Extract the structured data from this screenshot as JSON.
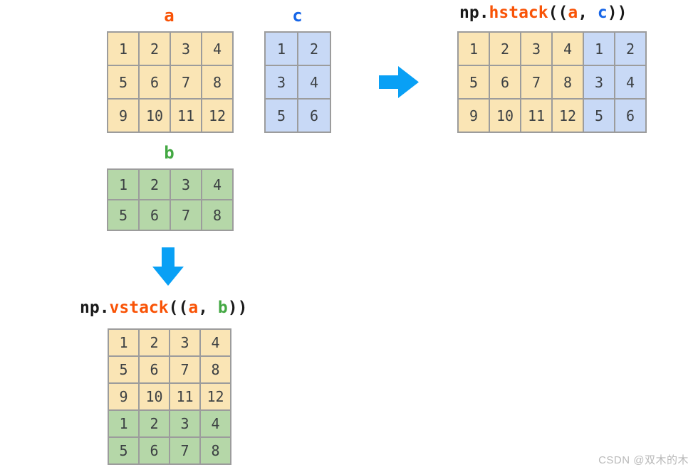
{
  "colors": {
    "tan": "#FAE5B5",
    "blue": "#C8D9F6",
    "green": "#B5D7A8",
    "border": "#9C9C9C",
    "digit": "#3C4043",
    "dark": "#1A1A1A",
    "orange": "#F95306",
    "blue_label": "#1766E8",
    "green_label": "#43A843",
    "arrow": "#09A0F5",
    "watermark": "#B9B9B9"
  },
  "labels": {
    "a": "a",
    "b": "b",
    "c": "c"
  },
  "titles": {
    "hstack": {
      "segments": [
        {
          "text": "np.",
          "color": "dark"
        },
        {
          "text": "hstack",
          "color": "orange"
        },
        {
          "text": "((",
          "color": "dark"
        },
        {
          "text": "a",
          "color": "orange"
        },
        {
          "text": ", ",
          "color": "dark"
        },
        {
          "text": "c",
          "color": "blue_label"
        },
        {
          "text": "))",
          "color": "dark"
        }
      ]
    },
    "vstack": {
      "segments": [
        {
          "text": "np.",
          "color": "dark"
        },
        {
          "text": "vstack",
          "color": "orange"
        },
        {
          "text": "((",
          "color": "dark"
        },
        {
          "text": "a",
          "color": "orange"
        },
        {
          "text": ", ",
          "color": "dark"
        },
        {
          "text": "b",
          "color": "green_label"
        },
        {
          "text": "))",
          "color": "dark"
        }
      ]
    }
  },
  "grids": {
    "a": {
      "values": [
        [
          1,
          2,
          3,
          4
        ],
        [
          5,
          6,
          7,
          8
        ],
        [
          9,
          10,
          11,
          12
        ]
      ],
      "fills": [
        [
          "tan",
          "tan",
          "tan",
          "tan"
        ],
        [
          "tan",
          "tan",
          "tan",
          "tan"
        ],
        [
          "tan",
          "tan",
          "tan",
          "tan"
        ]
      ]
    },
    "c": {
      "values": [
        [
          1,
          2
        ],
        [
          3,
          4
        ],
        [
          5,
          6
        ]
      ],
      "fills": [
        [
          "blue",
          "blue"
        ],
        [
          "blue",
          "blue"
        ],
        [
          "blue",
          "blue"
        ]
      ]
    },
    "b": {
      "values": [
        [
          1,
          2,
          3,
          4
        ],
        [
          5,
          6,
          7,
          8
        ]
      ],
      "fills": [
        [
          "green",
          "green",
          "green",
          "green"
        ],
        [
          "green",
          "green",
          "green",
          "green"
        ]
      ]
    },
    "hstack": {
      "values": [
        [
          1,
          2,
          3,
          4,
          1,
          2
        ],
        [
          5,
          6,
          7,
          8,
          3,
          4
        ],
        [
          9,
          10,
          11,
          12,
          5,
          6
        ]
      ],
      "fills": [
        [
          "tan",
          "tan",
          "tan",
          "tan",
          "blue",
          "blue"
        ],
        [
          "tan",
          "tan",
          "tan",
          "tan",
          "blue",
          "blue"
        ],
        [
          "tan",
          "tan",
          "tan",
          "tan",
          "blue",
          "blue"
        ]
      ]
    },
    "vstack": {
      "values": [
        [
          1,
          2,
          3,
          4
        ],
        [
          5,
          6,
          7,
          8
        ],
        [
          9,
          10,
          11,
          12
        ],
        [
          1,
          2,
          3,
          4
        ],
        [
          5,
          6,
          7,
          8
        ]
      ],
      "fills": [
        [
          "tan",
          "tan",
          "tan",
          "tan"
        ],
        [
          "tan",
          "tan",
          "tan",
          "tan"
        ],
        [
          "tan",
          "tan",
          "tan",
          "tan"
        ],
        [
          "green",
          "green",
          "green",
          "green"
        ],
        [
          "green",
          "green",
          "green",
          "green"
        ]
      ]
    }
  },
  "watermark": "CSDN @双木的木"
}
